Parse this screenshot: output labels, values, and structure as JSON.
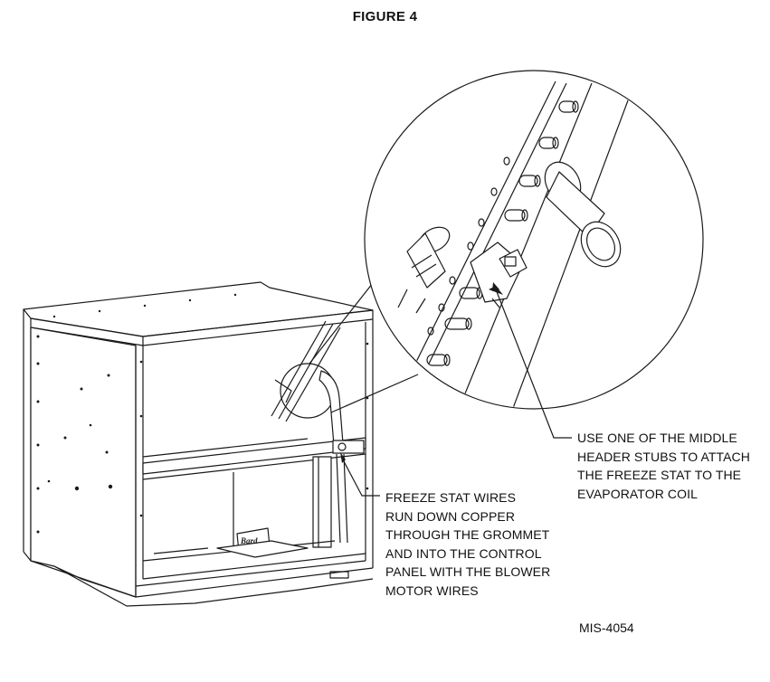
{
  "figure": {
    "title": "FIGURE 4",
    "drawing_number": "MIS-4054"
  },
  "callouts": {
    "freeze_stat_wires": [
      "FREEZE STAT WIRES",
      "RUN DOWN COPPER",
      "THROUGH THE GROMMET",
      "AND INTO THE CONTROL",
      "PANEL WITH THE BLOWER",
      "MOTOR WIRES"
    ],
    "header_stub": [
      "USE ONE OF THE MIDDLE",
      "HEADER STUBS TO ATTACH",
      "THE FREEZE STAT TO THE",
      "EVAPORATOR COIL"
    ]
  },
  "brand_logo": "Bard",
  "colors": {
    "line": "#1a1a1a",
    "background": "#ffffff"
  }
}
